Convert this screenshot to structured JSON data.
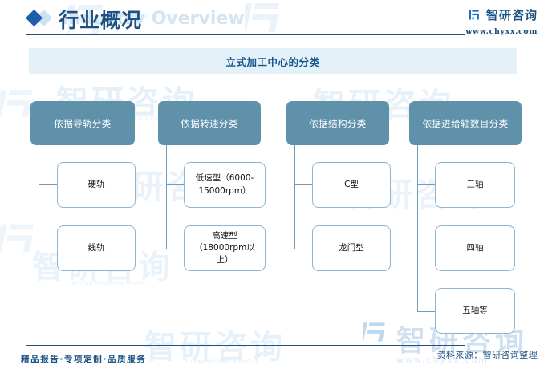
{
  "header": {
    "icon": "diamond-icon",
    "title": "行业概况",
    "ghost_title": "Industry Overview",
    "brand_name": "智研咨询",
    "brand_url": "www.chyxx.com",
    "brand_mark": "zhiyan-logo-icon"
  },
  "chart_title": "立式加工中心的分类",
  "colors": {
    "header_box": "#5f91ab",
    "child_border": "#8fb4cc",
    "connector": "#6f9db8",
    "title_band_bg": "#e5f1f9",
    "brand_blue": "#1b5183",
    "watermark": "#dce9f5"
  },
  "diagram": {
    "columns": [
      {
        "head": "依据导轨分类",
        "children": [
          "硬轨",
          "线轨"
        ]
      },
      {
        "head": "依据转速分类",
        "children": [
          "低速型（6000-15000rpm）",
          "高速型（18000rpm以上）"
        ]
      },
      {
        "head": "依据结构分类",
        "children": [
          "C型",
          "龙门型"
        ]
      },
      {
        "head": "依据进给轴数目分类",
        "children": [
          "三轴",
          "四轴",
          "五轴等"
        ]
      }
    ]
  },
  "watermarks": {
    "brand_text": "智研咨询",
    "sub_text": "ZHIYAN RESEARCH GROUP",
    "url_text": "www.chyxx.com"
  },
  "footer": {
    "left": "精品报告·专项定制·品质服务",
    "right": "资料来源：智研咨询整理"
  }
}
